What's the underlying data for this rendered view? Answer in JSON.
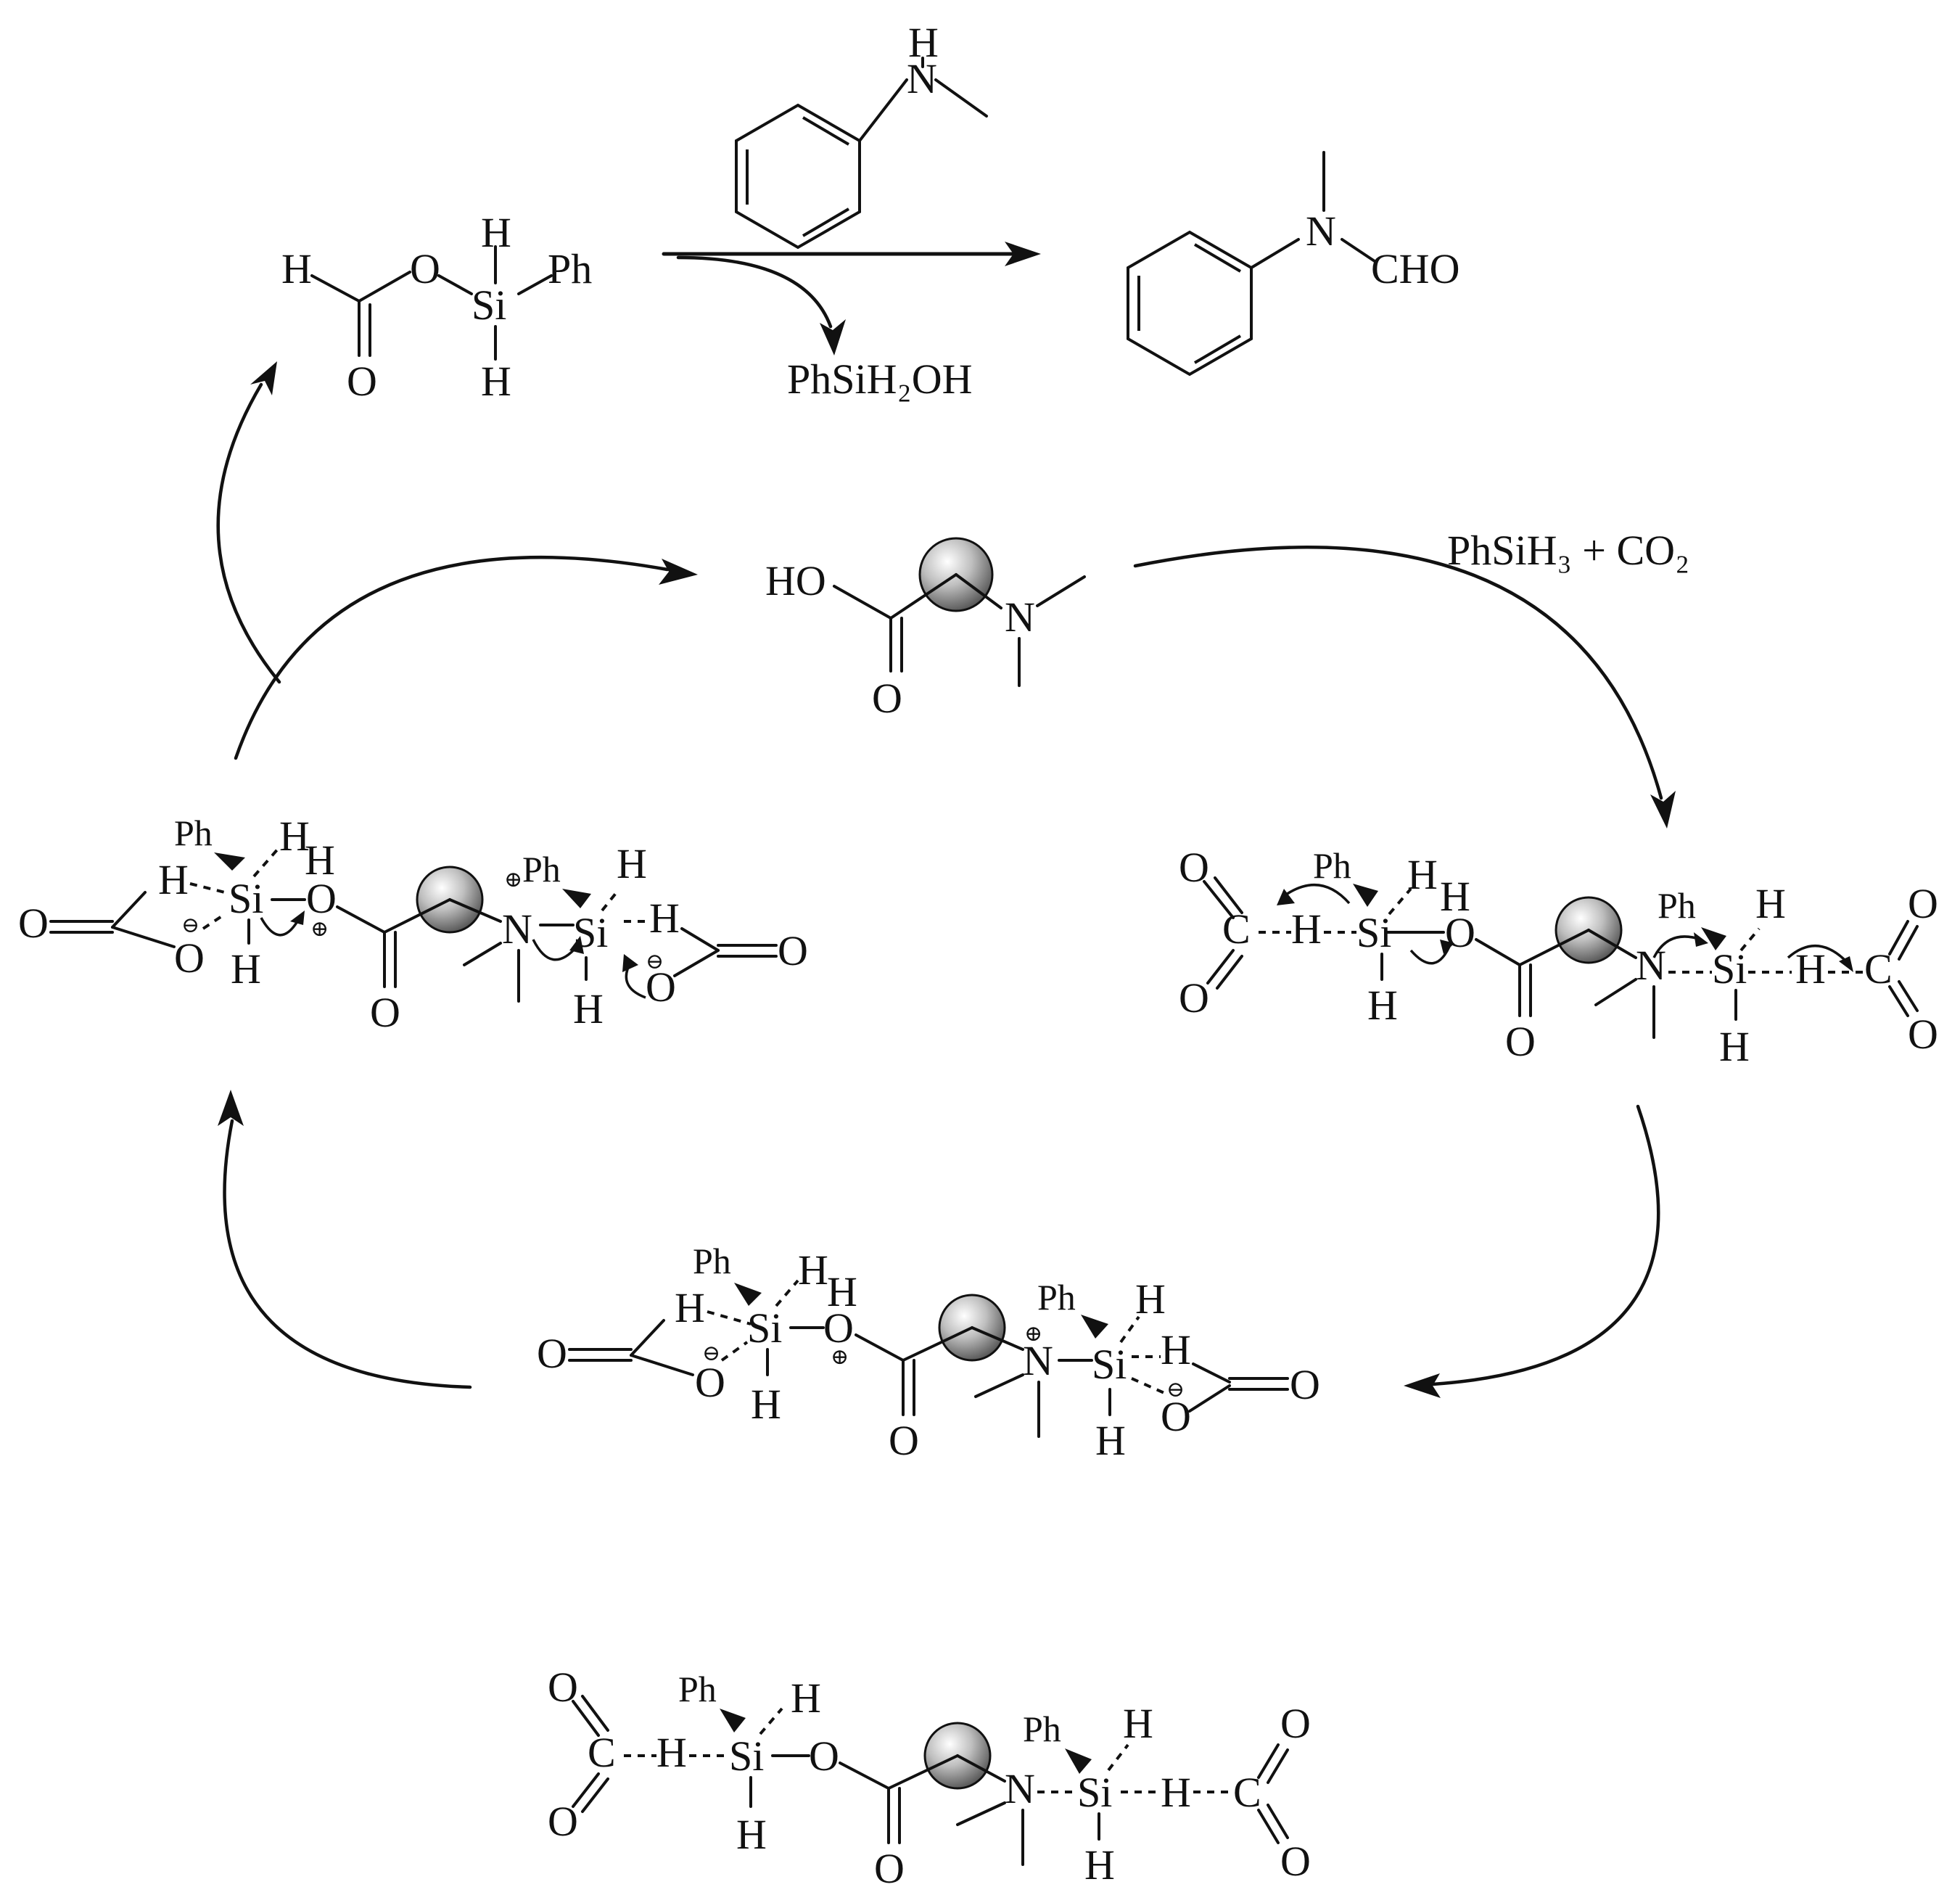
{
  "reaction": {
    "amine_H": "H",
    "amine_N": "N",
    "product_N": "N",
    "product_CHO": "CHO",
    "byproduct": "PhSiH₂OH"
  },
  "intermediate": {
    "H": "H",
    "O_ester": "O",
    "O_carbonyl": "O",
    "Si": "Si",
    "H_top": "H",
    "H_bottom": "H",
    "Ph": "Ph"
  },
  "catalyst": {
    "HO": "HO",
    "N": "N",
    "O": "O"
  },
  "reagents": {
    "label": "PhSiH₃ + CO₂"
  },
  "state_a": {
    "O1": "O",
    "C1": "C",
    "O2": "O",
    "H1": "H",
    "Ph1": "Ph",
    "Si1": "Si",
    "H2": "H",
    "H3": "H",
    "O3": "O",
    "O4": "O",
    "Ph2": "Ph",
    "N": "N",
    "H4": "H",
    "Si2": "Si",
    "H5": "H",
    "H6": "H",
    "C2": "C",
    "O5": "O",
    "O6": "O"
  },
  "state_b": {
    "O1": "O",
    "H1": "H",
    "Ph1": "Ph",
    "H2": "H",
    "H3": "H",
    "Si1": "Si",
    "O2": "O",
    "O3": "O",
    "O4": "O",
    "Ph2": "Ph",
    "N": "N",
    "Si2": "Si",
    "H4": "H",
    "H5": "H",
    "O5": "O",
    "O6": "O",
    "H6": "H"
  },
  "state_c": {
    "O1": "O",
    "H1": "H",
    "Ph1": "Ph",
    "H2": "H",
    "H3": "H",
    "Si1": "Si",
    "O2": "O",
    "O3": "O",
    "H4": "H",
    "O4": "O",
    "Ph2": "Ph",
    "N": "N",
    "Si2": "Si",
    "H5": "H",
    "H6": "H",
    "O5": "O",
    "O6": "O"
  },
  "state_d": {
    "O1": "O",
    "C1": "C",
    "O2": "O",
    "H1": "H",
    "Ph1": "Ph",
    "Si1": "Si",
    "H2": "H",
    "H3": "H",
    "O3": "O",
    "O4": "O",
    "N": "N",
    "Ph2": "Ph",
    "Si2": "Si",
    "H4": "H",
    "H5": "H",
    "H6": "H",
    "C2": "C",
    "O5": "O",
    "O6": "O"
  }
}
